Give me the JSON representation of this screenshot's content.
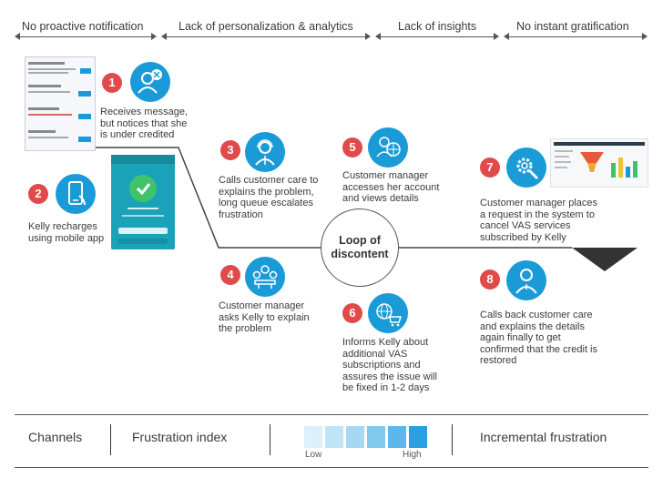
{
  "header": {
    "stages": [
      "No proactive notification",
      "Lack of personalization & analytics",
      "Lack of insights",
      "No instant gratification"
    ]
  },
  "steps": [
    {
      "num": "1",
      "icon": "person-message-icon",
      "text": "Receives message, but notices that she is under credited"
    },
    {
      "num": "2",
      "icon": "mobile-phone-icon",
      "text": "Kelly recharges using mobile app"
    },
    {
      "num": "3",
      "icon": "customer-care-agent-icon",
      "text": "Calls customer care to explains the problem, long queue escalates frustration"
    },
    {
      "num": "4",
      "icon": "meeting-group-icon",
      "text": "Customer manager asks Kelly to explain the problem"
    },
    {
      "num": "5",
      "icon": "account-building-icon",
      "text": "Customer manager accesses her account and views details"
    },
    {
      "num": "6",
      "icon": "globe-cart-icon",
      "text": "Informs Kelly about additional VAS subscriptions and assures the issue will be fixed in 1-2 days"
    },
    {
      "num": "7",
      "icon": "settings-gear-icon",
      "text": "Customer manager places a request in the system to cancel VAS services subscribed by Kelly"
    },
    {
      "num": "8",
      "icon": "person-icon",
      "text": "Calls back customer care and explains the details again finally to get confirmed that the credit is restored"
    }
  ],
  "center": {
    "line1": "Loop of",
    "line2": "discontent"
  },
  "legend": {
    "channels": "Channels",
    "frustration_index": "Frustration index",
    "low": "Low",
    "high": "High",
    "incremental": "Incremental frustration",
    "scale_colors": [
      "#dcf0fb",
      "#bfe4f7",
      "#a4d8f3",
      "#82c9ee",
      "#5cb8e8",
      "#2aa0df"
    ]
  },
  "colors": {
    "accent_blue": "#1a9bd7",
    "badge_red": "#e04a4a",
    "line_gray": "#555555"
  }
}
